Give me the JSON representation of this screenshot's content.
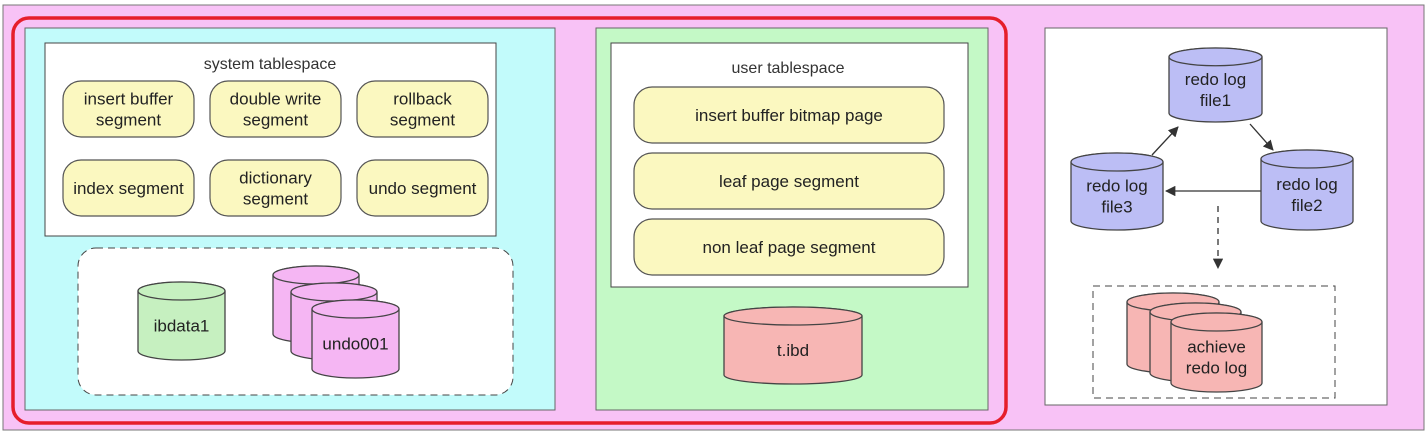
{
  "colors": {
    "outer_bg": "#f8c2f6",
    "highlight_border": "#e61e2b",
    "system_panel": "#c2fbfb",
    "user_panel": "#c4f9c6",
    "segment_fill": "#fbf8c0",
    "ibdata_fill": "#c6f0c0",
    "undo_fill": "#f5b6f3",
    "ibd_fill": "#f7b6b4",
    "redo_fill": "#bcbef5",
    "achieve_fill": "#f7b6b4"
  },
  "system_tablespace": {
    "title": "system tablespace",
    "segments": [
      {
        "lines": [
          "insert buffer",
          "segment"
        ]
      },
      {
        "lines": [
          "double write",
          "segment"
        ]
      },
      {
        "lines": [
          "rollback",
          "segment"
        ]
      },
      {
        "lines": [
          "index segment"
        ]
      },
      {
        "lines": [
          "dictionary",
          "segment"
        ]
      },
      {
        "lines": [
          "undo segment"
        ]
      }
    ],
    "files": {
      "ibdata": "ibdata1",
      "undo": "undo001"
    }
  },
  "user_tablespace": {
    "title": "user tablespace",
    "segments": [
      {
        "lines": [
          "insert buffer bitmap page"
        ]
      },
      {
        "lines": [
          "leaf page segment"
        ]
      },
      {
        "lines": [
          "non leaf page segment"
        ]
      }
    ],
    "file": "t.ibd"
  },
  "redo": {
    "file1": [
      "redo log",
      "file1"
    ],
    "file2": [
      "redo log",
      "file2"
    ],
    "file3": [
      "redo log",
      "file3"
    ],
    "archive": [
      "achieve",
      "redo log"
    ]
  }
}
